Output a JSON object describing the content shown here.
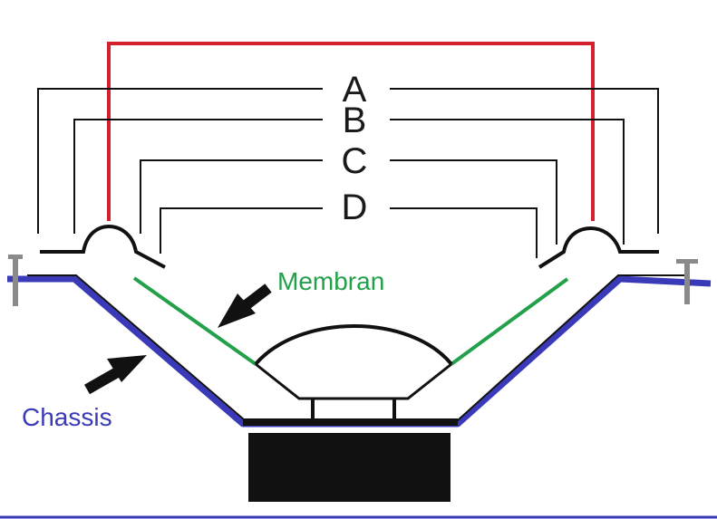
{
  "diagram": {
    "dimension_labels": [
      "A",
      "B",
      "C",
      "D"
    ],
    "membran_label": "Membran",
    "chassis_label": "Chassis"
  },
  "colors": {
    "chassis": "#3a3ab8",
    "membran": "#22a04a",
    "dimension_red": "#d42030",
    "lines": "#111111",
    "screw": "#8a8a8a"
  },
  "icons": [
    "arrow-icon",
    "screw-icon",
    "magnet-icon"
  ]
}
